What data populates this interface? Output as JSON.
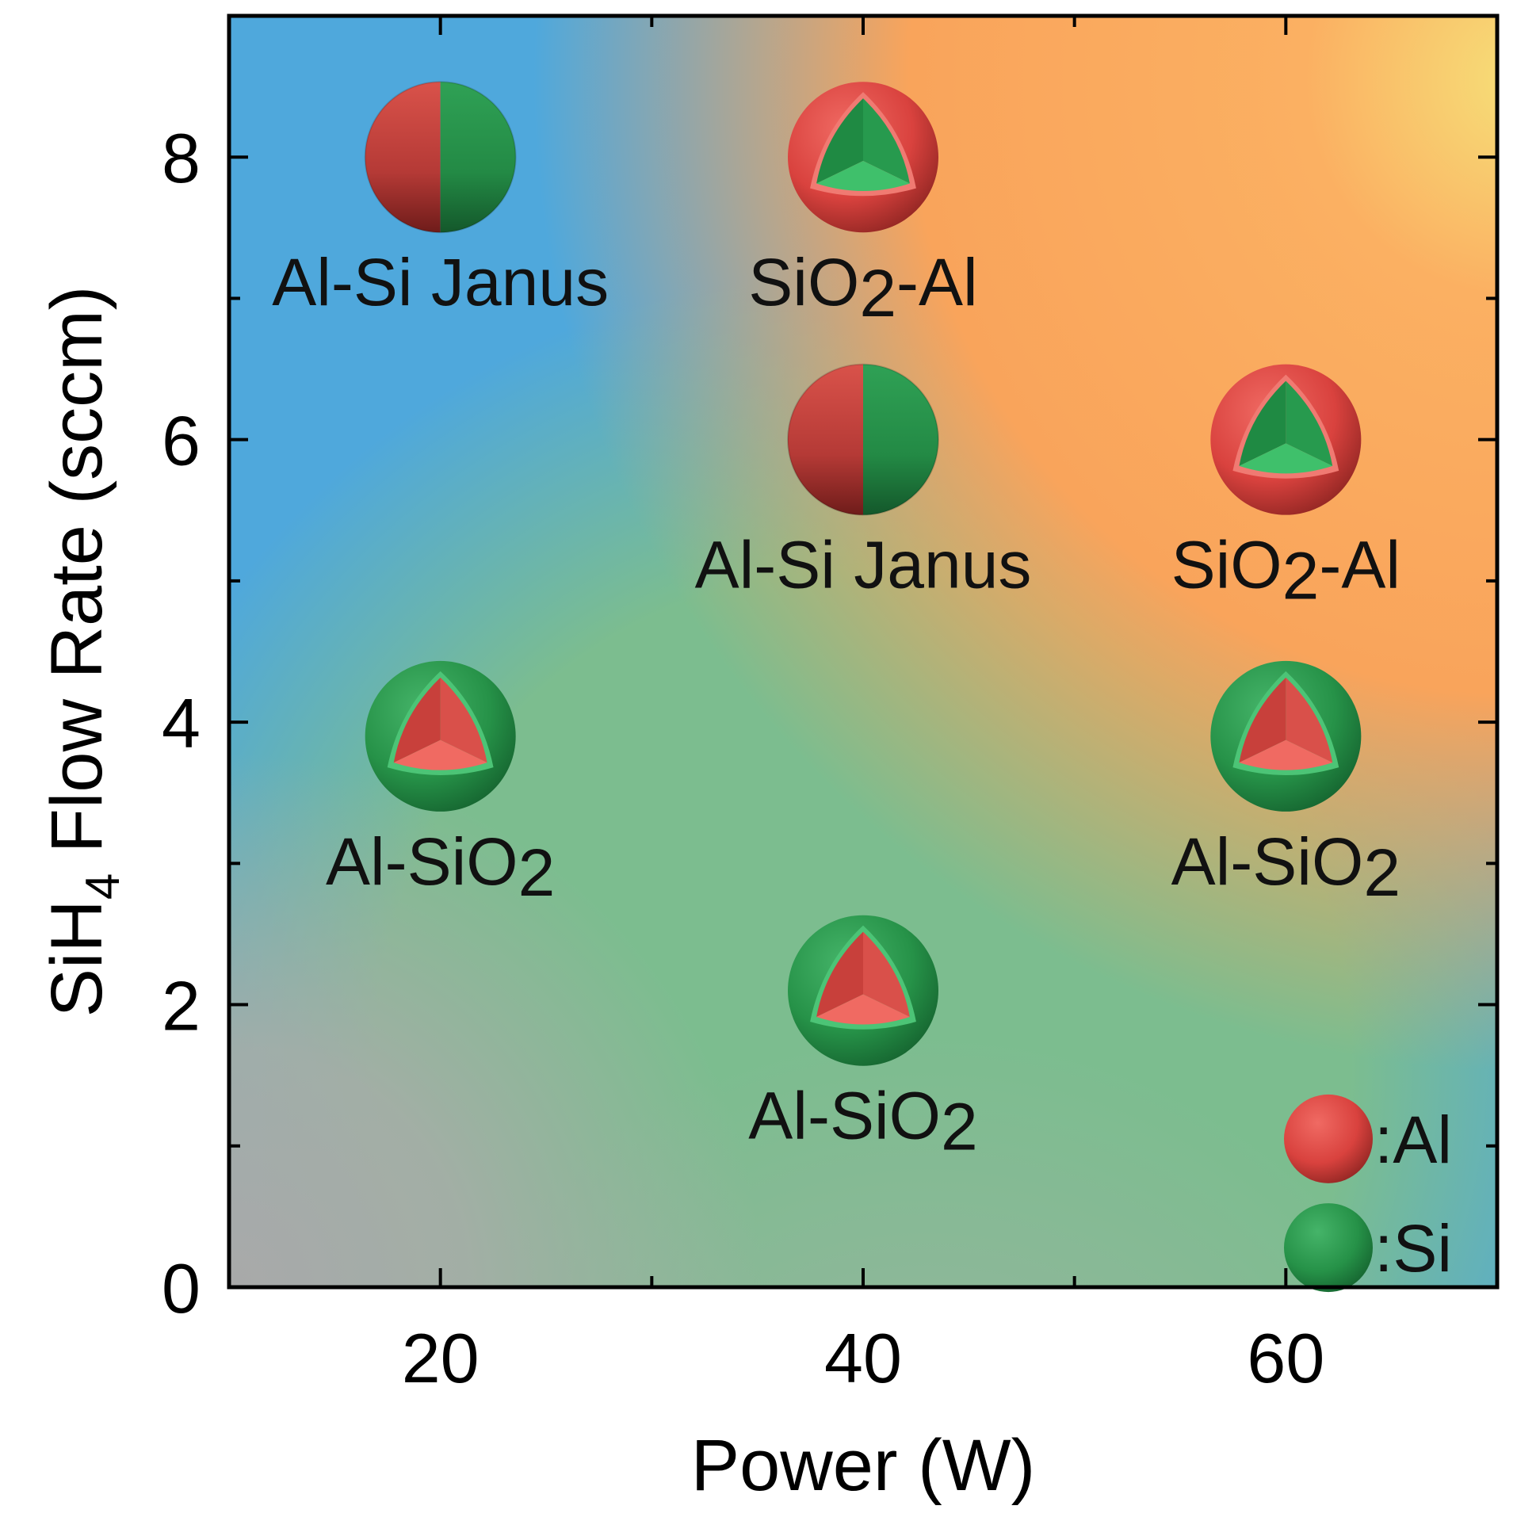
{
  "chart_data": {
    "type": "scatter",
    "title": "",
    "xlabel": "Power (W)",
    "ylabel": "SiH4 Flow Rate (sccm)",
    "ylabel_parts": {
      "pre": "SiH",
      "sub": "4",
      "post": " Flow Rate (sccm)"
    },
    "xlim": [
      10,
      70
    ],
    "ylim": [
      0,
      9
    ],
    "x_ticks": [
      20,
      40,
      60
    ],
    "y_ticks": [
      0,
      2,
      4,
      6,
      8
    ],
    "x_minor_ticks": [
      30,
      50
    ],
    "y_minor_ticks": [
      1,
      3,
      5,
      7
    ],
    "grid": false,
    "background": "phase-map gradient: blue (upper-left), orange/yellow (upper-right), green (lower-middle), gray (bottom-left corner)",
    "points": [
      {
        "x": 20,
        "y": 8,
        "structure": "janus",
        "label": {
          "pre": "Al-Si Janus",
          "sub": "",
          "post": ""
        }
      },
      {
        "x": 40,
        "y": 8,
        "structure": "core-shell-al-shell",
        "label": {
          "pre": "SiO",
          "sub": "2",
          "post": "-Al"
        }
      },
      {
        "x": 40,
        "y": 6,
        "structure": "janus",
        "label": {
          "pre": "Al-Si Janus",
          "sub": "",
          "post": ""
        }
      },
      {
        "x": 60,
        "y": 6,
        "structure": "core-shell-al-shell",
        "label": {
          "pre": "SiO",
          "sub": "2",
          "post": "-Al"
        }
      },
      {
        "x": 20,
        "y": 3.9,
        "structure": "core-shell-si-shell",
        "label": {
          "pre": "Al-SiO",
          "sub": "2",
          "post": ""
        }
      },
      {
        "x": 60,
        "y": 3.9,
        "structure": "core-shell-si-shell",
        "label": {
          "pre": "Al-SiO",
          "sub": "2",
          "post": ""
        }
      },
      {
        "x": 40,
        "y": 2.1,
        "structure": "core-shell-si-shell",
        "label": {
          "pre": "Al-SiO",
          "sub": "2",
          "post": ""
        }
      }
    ],
    "legend": {
      "placement": "bottom-right",
      "items": [
        {
          "label": ":Al",
          "color": "#e04a46"
        },
        {
          "label": ":Si",
          "color": "#2f9a52"
        }
      ]
    },
    "colors": {
      "al": "#e04a46",
      "si": "#2f9a52",
      "region_blue": "#4fa8dc",
      "region_orange": "#f9a35a",
      "region_green": "#7fbf92",
      "region_gray": "#a8a8a8"
    }
  }
}
